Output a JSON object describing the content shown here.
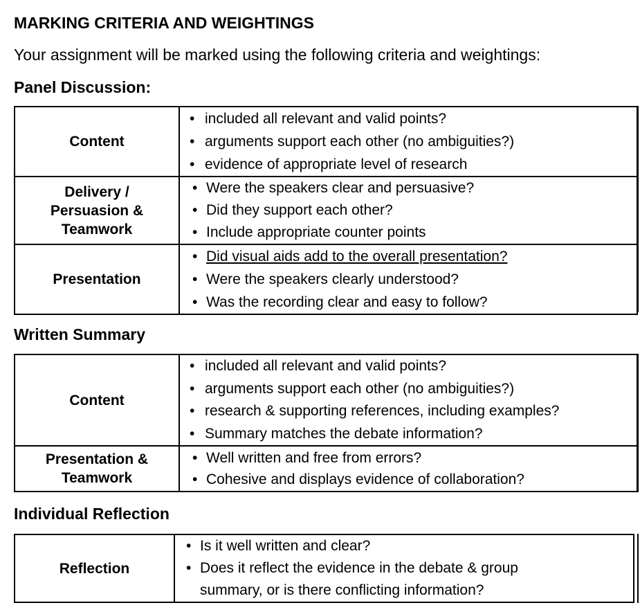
{
  "page": {
    "heading": "MARKING CRITERIA AND WEIGHTINGS",
    "intro": "Your assignment will be marked using the following criteria and weightings:"
  },
  "sections": [
    {
      "title": "Panel Discussion:",
      "rows": [
        {
          "label_lines": [
            "Content"
          ],
          "items": [
            "included all relevant and valid points?",
            "arguments support each other (no ambiguities?)",
            "evidence of appropriate level of research"
          ]
        },
        {
          "label_lines": [
            "Delivery /",
            "Persuasion &",
            "Teamwork"
          ],
          "items": [
            "Were the speakers clear and persuasive?",
            "Did they support each other?",
            "Include appropriate counter points"
          ]
        },
        {
          "label_lines": [
            "Presentation"
          ],
          "items": [
            "Did visual aids add to the overall presentation?",
            "Were the speakers clearly understood?",
            "Was the recording clear and easy to follow?"
          ]
        }
      ]
    },
    {
      "title": "Written Summary",
      "rows": [
        {
          "label_lines": [
            "Content"
          ],
          "items": [
            "included all relevant and valid points?",
            "arguments support each other (no ambiguities?)",
            "research & supporting references, including examples?",
            "Summary matches the debate information?"
          ]
        },
        {
          "label_lines": [
            "Presentation &",
            "Teamwork"
          ],
          "items": [
            "Well written and free from errors?",
            "Cohesive and displays evidence of collaboration?"
          ]
        }
      ]
    },
    {
      "title": "Individual Reflection",
      "rows": [
        {
          "label_lines": [
            "Reflection"
          ],
          "items": [
            "Is it well written and clear?",
            "Does it reflect the evidence in the debate & group",
            "summary, or is there conflicting information?"
          ]
        }
      ]
    }
  ]
}
